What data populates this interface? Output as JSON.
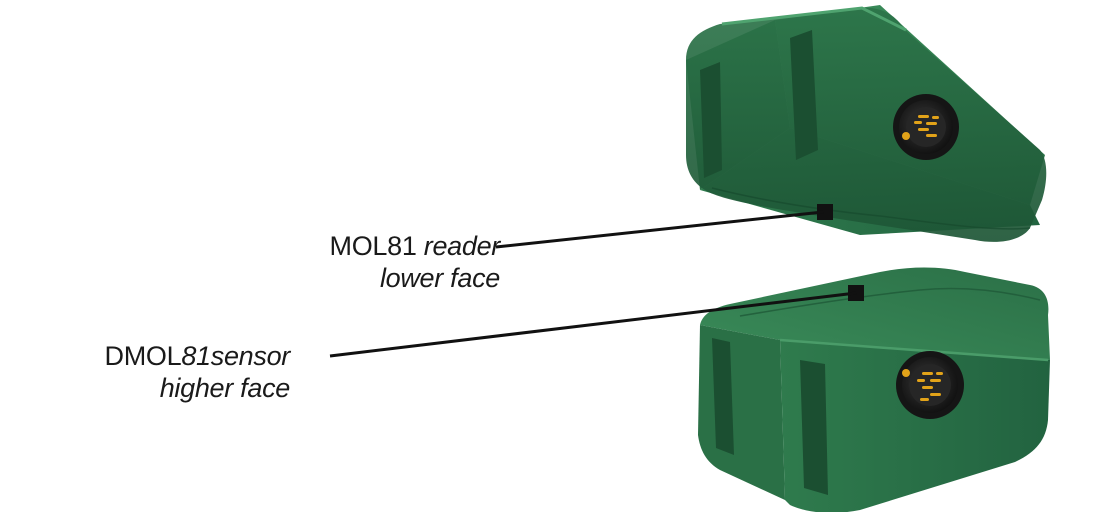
{
  "colors": {
    "housing_dark": "#1f5a38",
    "housing_mid": "#2e7a4c",
    "housing_light": "#3f9460",
    "connector_dark": "#1c1c1c",
    "connector_pin": "#e2a319",
    "leader": "#111111"
  },
  "labels": {
    "reader": {
      "name": "MOL81",
      "role": "reader",
      "face": "lower face"
    },
    "sensor": {
      "name": "DMOL",
      "model_suffix": "81sensor",
      "face": "higher face"
    }
  },
  "icons": {
    "reader_connector": "circular-connector-icon",
    "sensor_connector": "circular-connector-icon",
    "reader_marker": "square-marker-icon",
    "sensor_marker": "square-marker-icon"
  }
}
